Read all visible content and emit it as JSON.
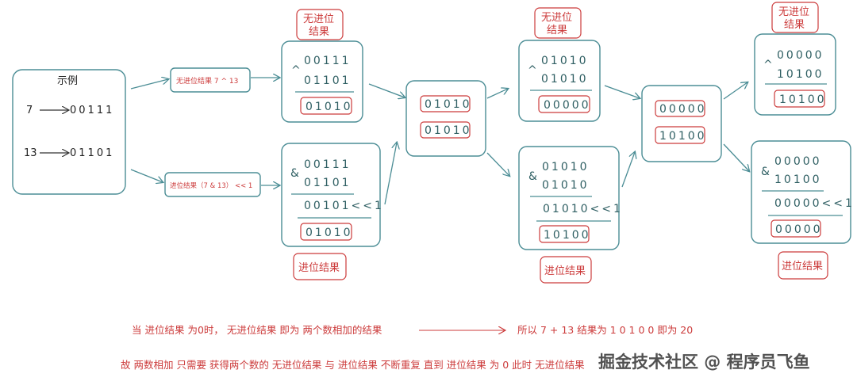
{
  "example": {
    "title": "示例",
    "row1": {
      "dec": "7",
      "bin": "00111"
    },
    "row2": {
      "dec": "13",
      "bin": "01101"
    }
  },
  "labels": {
    "xor_step": "无进位结果 7 ^ 13",
    "carry_step": "进位结果（7 & 13） << 1",
    "no_carry_result": "无进位结果",
    "carry_result": "进位结果"
  },
  "stage1": {
    "xor": {
      "op": "^",
      "a": "00111",
      "b": "01101",
      "result": "01010"
    },
    "and": {
      "op": "&",
      "a": "00111",
      "b": "01101",
      "shifted": "00101<<1",
      "result": "01010"
    }
  },
  "merge1": {
    "a": "01010",
    "b": "01010"
  },
  "stage2": {
    "xor": {
      "op": "^",
      "a": "01010",
      "b": "01010",
      "result": "00000"
    },
    "and": {
      "op": "&",
      "a": "01010",
      "b": "01010",
      "shifted": "01010<<1",
      "result": "10100"
    }
  },
  "merge2": {
    "a": "00000",
    "b": "10100"
  },
  "stage3": {
    "xor": {
      "op": "^",
      "a": "00000",
      "b": "10100",
      "result": "10100"
    },
    "and": {
      "op": "&",
      "a": "00000",
      "b": "10100",
      "shifted": "00000<<1",
      "result": "00000"
    }
  },
  "notes": {
    "line1_left": "当 进位结果 为0时， 无进位结果 即为 两个数相加的结果",
    "line1_right": "所以 7 + 13 结果为 1 0 1 0 0 即为 20",
    "line2": "故 两数相加 只需要 获得两个数的 无进位结果 与 进位结果 不断重复 直到 进位结果 为 0 此时 无进位结果"
  },
  "watermark": "掘金技术社区 @ 程序员飞鱼"
}
